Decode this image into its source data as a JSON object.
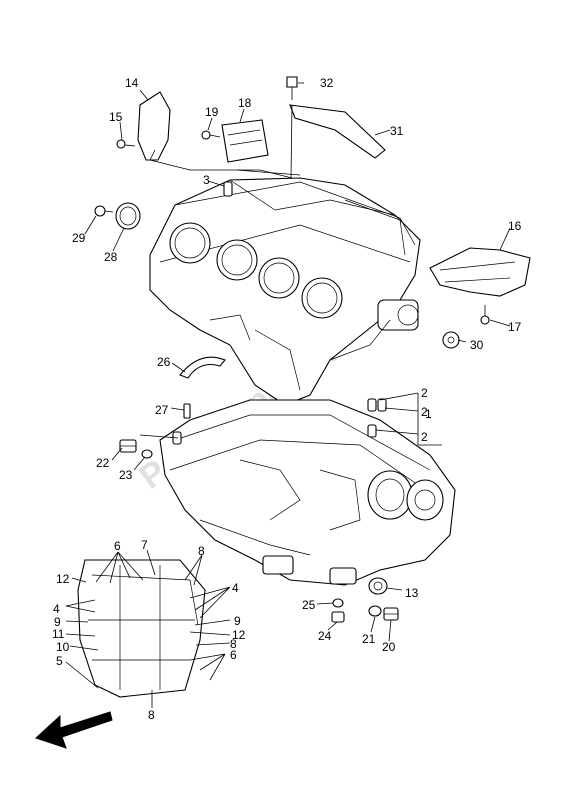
{
  "watermark": "PartsRepublik",
  "callouts": [
    {
      "id": "c1",
      "text": "1"
    },
    {
      "id": "c2a",
      "text": "2"
    },
    {
      "id": "c2b",
      "text": "2"
    },
    {
      "id": "c2c",
      "text": "2"
    },
    {
      "id": "c3",
      "text": "3"
    },
    {
      "id": "c4a",
      "text": "4"
    },
    {
      "id": "c4b",
      "text": "4"
    },
    {
      "id": "c5",
      "text": "5"
    },
    {
      "id": "c6a",
      "text": "6"
    },
    {
      "id": "c6b",
      "text": "6"
    },
    {
      "id": "c7",
      "text": "7"
    },
    {
      "id": "c8a",
      "text": "8"
    },
    {
      "id": "c8b",
      "text": "8"
    },
    {
      "id": "c8c",
      "text": "8"
    },
    {
      "id": "c9a",
      "text": "9"
    },
    {
      "id": "c9b",
      "text": "9"
    },
    {
      "id": "c10",
      "text": "10"
    },
    {
      "id": "c11",
      "text": "11"
    },
    {
      "id": "c12a",
      "text": "12"
    },
    {
      "id": "c12b",
      "text": "12"
    },
    {
      "id": "c13",
      "text": "13"
    },
    {
      "id": "c14",
      "text": "14"
    },
    {
      "id": "c15",
      "text": "15"
    },
    {
      "id": "c16",
      "text": "16"
    },
    {
      "id": "c17",
      "text": "17"
    },
    {
      "id": "c18",
      "text": "18"
    },
    {
      "id": "c19",
      "text": "19"
    },
    {
      "id": "c20",
      "text": "20"
    },
    {
      "id": "c21",
      "text": "21"
    },
    {
      "id": "c22",
      "text": "22"
    },
    {
      "id": "c23",
      "text": "23"
    },
    {
      "id": "c24",
      "text": "24"
    },
    {
      "id": "c25",
      "text": "25"
    },
    {
      "id": "c26",
      "text": "26"
    },
    {
      "id": "c27",
      "text": "27"
    },
    {
      "id": "c28",
      "text": "28"
    },
    {
      "id": "c29",
      "text": "29"
    },
    {
      "id": "c30",
      "text": "30"
    },
    {
      "id": "c31",
      "text": "31"
    },
    {
      "id": "c32",
      "text": "32"
    }
  ]
}
